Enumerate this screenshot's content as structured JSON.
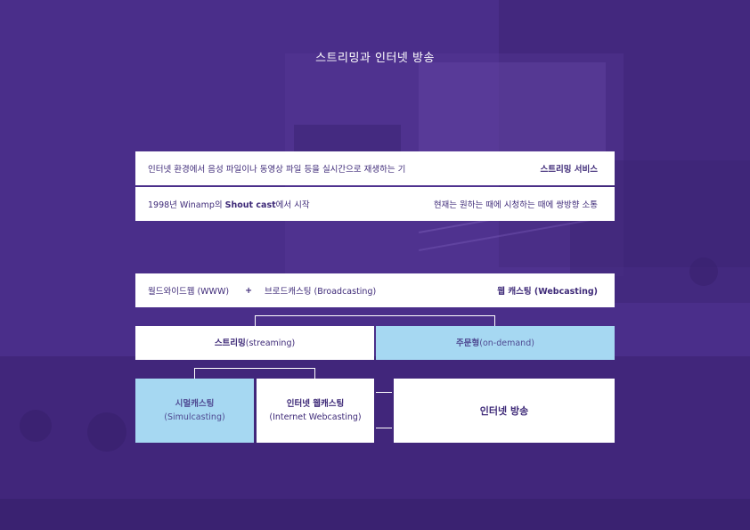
{
  "title": "스트리밍과 인터넷 방송",
  "row1": {
    "text": "인터넷 환경에서 음성 파일이나 동영상 파일 등을 실시간으로 재생하는 기",
    "label": "스트리밍 서비스"
  },
  "row2": {
    "prefix": "1998년 Winamp의 ",
    "bold": "Shout cast",
    "suffix": "에서 시작",
    "right": "현재는 원하는 때에 시청하는 때에 쌍방향 소통"
  },
  "row3": {
    "www": "월드와이드웹 (WWW)",
    "plus": "+",
    "broadcasting": "브로드캐스팅 (Broadcasting)",
    "webcasting_bold": "웹 캐스팅 (Webcasting)"
  },
  "streaming": {
    "bold": "스트리밍",
    "rest": " (streaming)"
  },
  "ondemand": {
    "bold": "주문형",
    "rest": " (on-demand)"
  },
  "simul": {
    "line1": "시멀캐스팅",
    "line2": "(Simulcasting)"
  },
  "internet_web": {
    "line1": "인터넷 웹캐스팅",
    "line2": "(Internet Webcasting)"
  },
  "broadcast": "인터넷 방송",
  "colors": {
    "background": "#4a2e8a",
    "box_white": "#ffffff",
    "box_blue": "#a6d8f2",
    "text": "#3e2a78"
  }
}
